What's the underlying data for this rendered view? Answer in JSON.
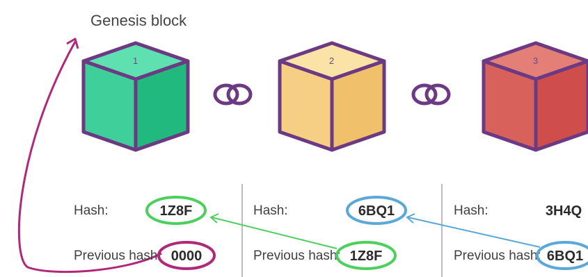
{
  "genesis_label": "Genesis block",
  "blocks": [
    {
      "number": "1",
      "hash_label": "Hash:",
      "hash": "1Z8F",
      "prev_label": "Previous hash:",
      "prev_hash": "0000",
      "colors": {
        "top": "#5fe0b0",
        "left": "#3fcf9a",
        "right": "#21b97e"
      }
    },
    {
      "number": "2",
      "hash_label": "Hash:",
      "hash": "6BQ1",
      "prev_label": "Previous hash:",
      "prev_hash": "1Z8F",
      "colors": {
        "top": "#fbe2a7",
        "left": "#f6cf85",
        "right": "#f0c06b"
      }
    },
    {
      "number": "3",
      "hash_label": "Hash:",
      "hash": "3H4Q",
      "prev_label": "Previous hash:",
      "prev_hash": "6BQ1",
      "colors": {
        "top": "#e47f78",
        "left": "#d9615c",
        "right": "#cf4e4c"
      }
    }
  ],
  "colors": {
    "outline": "#6b3a82",
    "green_ring": "#4ccf5c",
    "blue_ring": "#5aa8d8",
    "magenta_ring": "#b0287a",
    "divider": "#bdbdbd"
  }
}
